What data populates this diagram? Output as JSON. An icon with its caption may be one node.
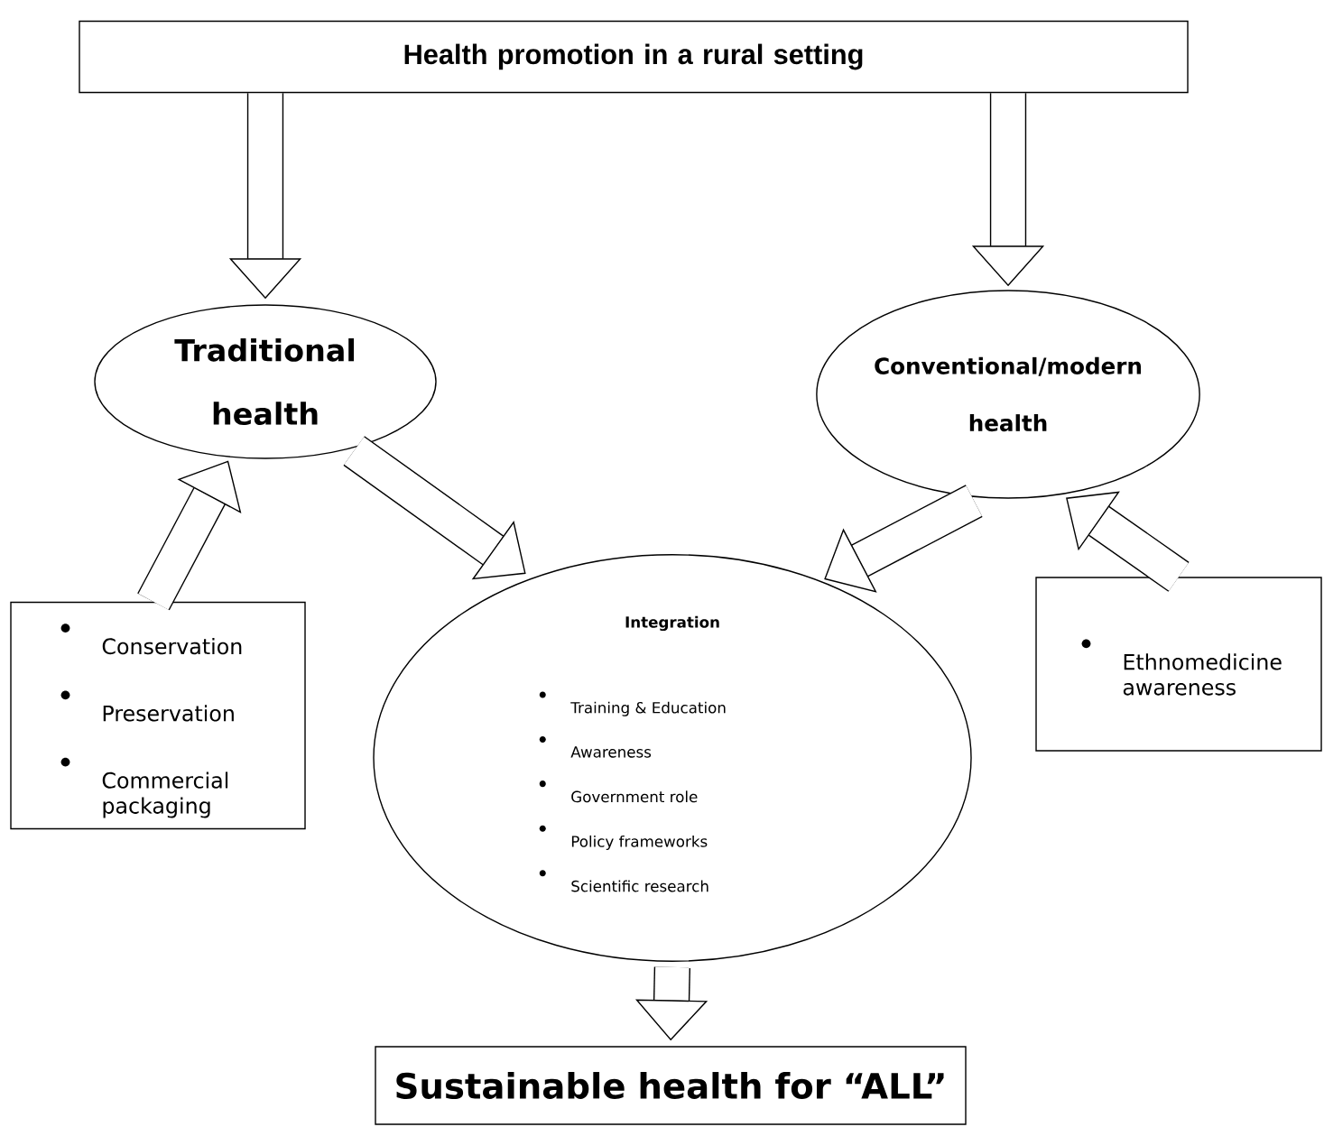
{
  "diagram": {
    "nodes": [
      {
        "text": [
          "Health promotion in a rural setting"
        ]
      },
      {
        "text": [
          "Traditional health"
        ]
      },
      {
        "text": [
          "Conventional/modern health"
        ]
      },
      {
        "text": [
          "Conservation",
          "Preservation",
          "Commercial packaging"
        ]
      },
      {
        "text": [
          "Integration",
          "Training & Education",
          "Awareness",
          "Government role",
          "Policy frameworks",
          "Scientific research"
        ]
      },
      {
        "text": [
          "Ethnomedicine awareness"
        ]
      },
      {
        "text": [
          "Sustainable health for “ALL”"
        ]
      }
    ],
    "edges": [
      {
        "from": 0,
        "to": 1,
        "arrow": "to"
      },
      {
        "from": 0,
        "to": 2,
        "arrow": "to"
      },
      {
        "from": 3,
        "to": 1,
        "arrow": "to"
      },
      {
        "from": 1,
        "to": 4,
        "arrow": "to"
      },
      {
        "from": 2,
        "to": 4,
        "arrow": "to"
      },
      {
        "from": 5,
        "to": 2,
        "arrow": "to"
      },
      {
        "from": 4,
        "to": 6,
        "arrow": "to"
      }
    ]
  }
}
